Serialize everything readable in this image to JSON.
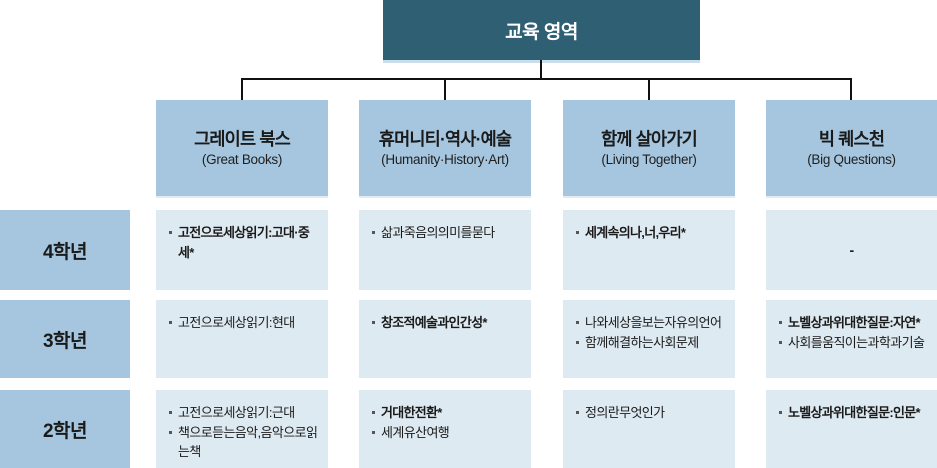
{
  "root": {
    "title": "교육 영역"
  },
  "columns": [
    {
      "title": "그레이트 북스",
      "subtitle": "(Great Books)"
    },
    {
      "title": "휴머니티·역사·예술",
      "subtitle": "(Humanity·History·Art)"
    },
    {
      "title": "함께 살아가기",
      "subtitle": "(Living Together)"
    },
    {
      "title": "빅 퀘스천",
      "subtitle": "(Big Questions)"
    }
  ],
  "rows": [
    {
      "label": "4학년",
      "cells": [
        {
          "items": [
            {
              "text": "고전으로세상읽기:고대·중세*",
              "bold": true
            }
          ]
        },
        {
          "items": [
            {
              "text": "삶과죽음의의미를묻다",
              "bold": false
            }
          ]
        },
        {
          "items": [
            {
              "text": "세계속의나,너,우리*",
              "bold": true
            }
          ]
        },
        {
          "items": [],
          "placeholder": "-"
        }
      ]
    },
    {
      "label": "3학년",
      "cells": [
        {
          "items": [
            {
              "text": "고전으로세상읽기:현대",
              "bold": false
            }
          ]
        },
        {
          "items": [
            {
              "text": "창조적예술과인간성*",
              "bold": true
            }
          ]
        },
        {
          "items": [
            {
              "text": "나와세상을보는자유의언어",
              "bold": false
            },
            {
              "text": "함께해결하는사회문제",
              "bold": false
            }
          ]
        },
        {
          "items": [
            {
              "text": "노벨상과위대한질문:자연*",
              "bold": true
            },
            {
              "text": "사회를움직이는과학과기술",
              "bold": false
            }
          ]
        }
      ]
    },
    {
      "label": "2학년",
      "cells": [
        {
          "items": [
            {
              "text": "고전으로세상읽기:근대",
              "bold": false
            },
            {
              "text": "책으로듣는음악,음악으로읽는책",
              "bold": false
            }
          ]
        },
        {
          "items": [
            {
              "text": "거대한전환*",
              "bold": true
            },
            {
              "text": "세계유산여행",
              "bold": false
            }
          ]
        },
        {
          "items": [
            {
              "text": "정의란무엇인가",
              "bold": false
            }
          ]
        },
        {
          "items": [
            {
              "text": "노벨상과위대한질문:인문*",
              "bold": true
            }
          ]
        }
      ]
    }
  ],
  "colors": {
    "root_box": "#2E5F73",
    "header_box": "#A5C6DE",
    "row_label_box": "#A5C6DE",
    "cell_box": "#DEEAF2",
    "connector": "#111111",
    "text": "#1A1A1A",
    "root_text": "#FFFFFF"
  }
}
